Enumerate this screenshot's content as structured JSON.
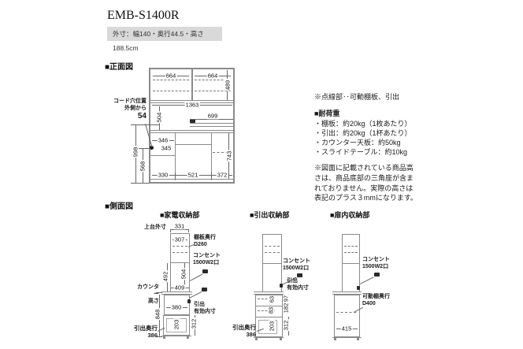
{
  "colors": {
    "spec_bg": "#d9d9d9",
    "cabinet_line": "#8a8a8a",
    "dim_line": "#666666",
    "text": "#1a1a1a"
  },
  "header": {
    "title": "EMB-S1400R",
    "spec": "外寸：幅140・奥行44.5・高さ188.5cm"
  },
  "front_view": {
    "section_label": "■正面図",
    "cord_hole_label": "コード穴位置\n外側から",
    "cord_hole_value": "54",
    "dims": {
      "shelf_width_left": "664",
      "shelf_width_right": "664",
      "upper_inner_height": "489",
      "inner_width": "1363",
      "counter_clearance": "504",
      "slide_table_width": "699",
      "left_section_width": "346",
      "cord_hole_offset": "345",
      "left_total_height": "998",
      "lower_left_height": "568",
      "lower_right_height": "743",
      "bottom_left_width": "330",
      "bottom_center_width": "521",
      "bottom_right_width": "372"
    }
  },
  "notes": {
    "dashed_note": "※点線部‥可動棚板、引出",
    "load_title": "■耐荷重",
    "load_items": [
      "・棚板：約20kg（1枚あたり）",
      "・引出：約20kg（1杯あたり）",
      "・カウンター天板：約50kg",
      "・スライドテーブル：約10kg"
    ],
    "height_note": "※図面に記載されている商品高\nさは、商品底部の三角座が含ま\nれておりません。実際の高さは\n表記のプラス３mmになります。"
  },
  "side_view": {
    "section_label": "■側面図",
    "appliance": {
      "title": "■家電収納部",
      "upper_outer_label": "上台外寸",
      "upper_outer_depth": "331",
      "upper_inner_depth": "307",
      "shelf_depth_label": "棚板奥行\nD260",
      "outlet_label": "コンセント\n1500W2口",
      "dim_492": "492",
      "dim_504": "504",
      "dim_409": "409",
      "counter_height_label": "カウンター\n高さ",
      "dim_848": "848",
      "dim_380": "380",
      "drawer_inner_label": "引出\n有効内寸",
      "dim_312": "312",
      "dim_203": "203",
      "drawer_depth_label": "引出奥行\n386"
    },
    "drawer": {
      "title": "■引出収納部",
      "outlet_label": "コンセント\n1500W2口",
      "drawer_inner_label": "引出\n有効内寸",
      "dim_63": "63",
      "dim_83": "83",
      "dim_203": "203",
      "dim_97": "97",
      "dim_182": "182",
      "dim_312": "312",
      "drawer_depth_label": "引出奥行\n386"
    },
    "door": {
      "title": "■扉内収納部",
      "outlet_label": "コンセント\n1500W2口",
      "shelf_depth_label": "可動棚奥行\nD400",
      "dim_415": "415"
    }
  }
}
